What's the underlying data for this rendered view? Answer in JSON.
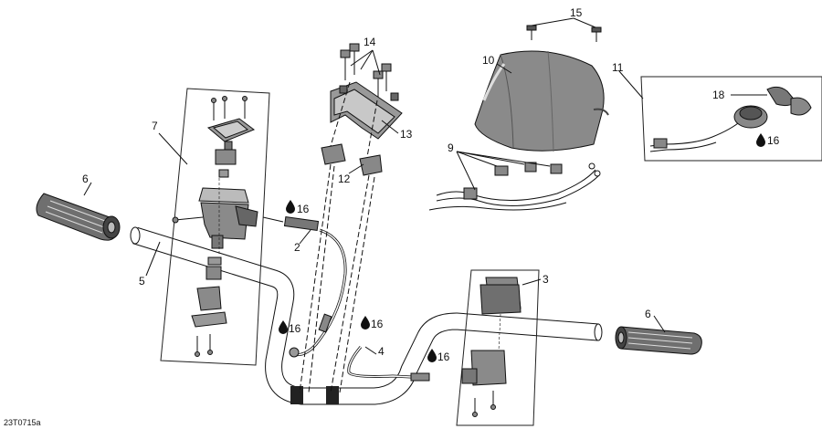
{
  "diagram": {
    "reference_code": "23T0715a",
    "lubricant_symbol": "oil-drop-icon",
    "callouts": [
      {
        "id": "c1",
        "label": "2"
      },
      {
        "id": "c2",
        "label": "3"
      },
      {
        "id": "c3",
        "label": "4"
      },
      {
        "id": "c4",
        "label": "5"
      },
      {
        "id": "c5",
        "label": "6"
      },
      {
        "id": "c6",
        "label": "6"
      },
      {
        "id": "c7",
        "label": "7"
      },
      {
        "id": "c8",
        "label": "9"
      },
      {
        "id": "c9",
        "label": "10"
      },
      {
        "id": "c10",
        "label": "11"
      },
      {
        "id": "c11",
        "label": "12"
      },
      {
        "id": "c12",
        "label": "13"
      },
      {
        "id": "c13",
        "label": "14"
      },
      {
        "id": "c14",
        "label": "15"
      },
      {
        "id": "c15",
        "label": "18"
      }
    ],
    "lube_callouts": [
      {
        "id": "l1",
        "label": "16"
      },
      {
        "id": "l2",
        "label": "16"
      },
      {
        "id": "l3",
        "label": "16"
      },
      {
        "id": "l4",
        "label": "16"
      },
      {
        "id": "l5",
        "label": "16"
      }
    ],
    "colors": {
      "line": "#111111",
      "part_fill": "#8a8a8a",
      "part_dark": "#555555",
      "grip_fill": "#6f6f6f"
    }
  }
}
